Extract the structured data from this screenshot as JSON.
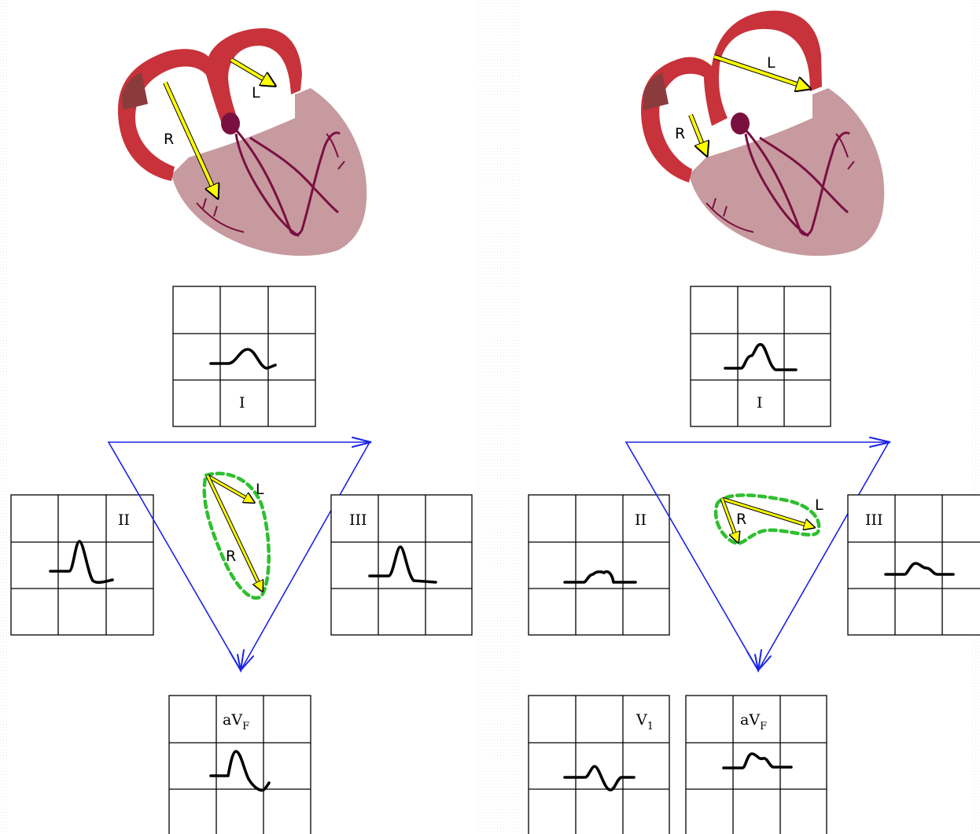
{
  "left_panel": {
    "heart_labels": {
      "right": "R",
      "left": "L"
    },
    "leads": {
      "lead_I": "I",
      "lead_II": "II",
      "lead_III": "III",
      "lead_aVF_main": "aV",
      "lead_aVF_sub": "F"
    },
    "vector_labels": {
      "right": "R",
      "left": "L"
    }
  },
  "right_panel": {
    "heart_labels": {
      "right": "R",
      "left": "L"
    },
    "leads": {
      "lead_I": "I",
      "lead_II": "II",
      "lead_III": "III",
      "lead_V1_main": "V",
      "lead_V1_sub": "1",
      "lead_aVF_main": "aV",
      "lead_aVF_sub": "F"
    },
    "vector_labels": {
      "right": "R",
      "left": "L"
    }
  },
  "colors": {
    "myocardium_red": "#c8323a",
    "myocardium_pink": "#c79aa0",
    "conduction": "#7a1040",
    "vector_arrow": "#ffff00",
    "axis_triangle": "#1a24e8",
    "vector_loop": "#2fbf2f"
  }
}
